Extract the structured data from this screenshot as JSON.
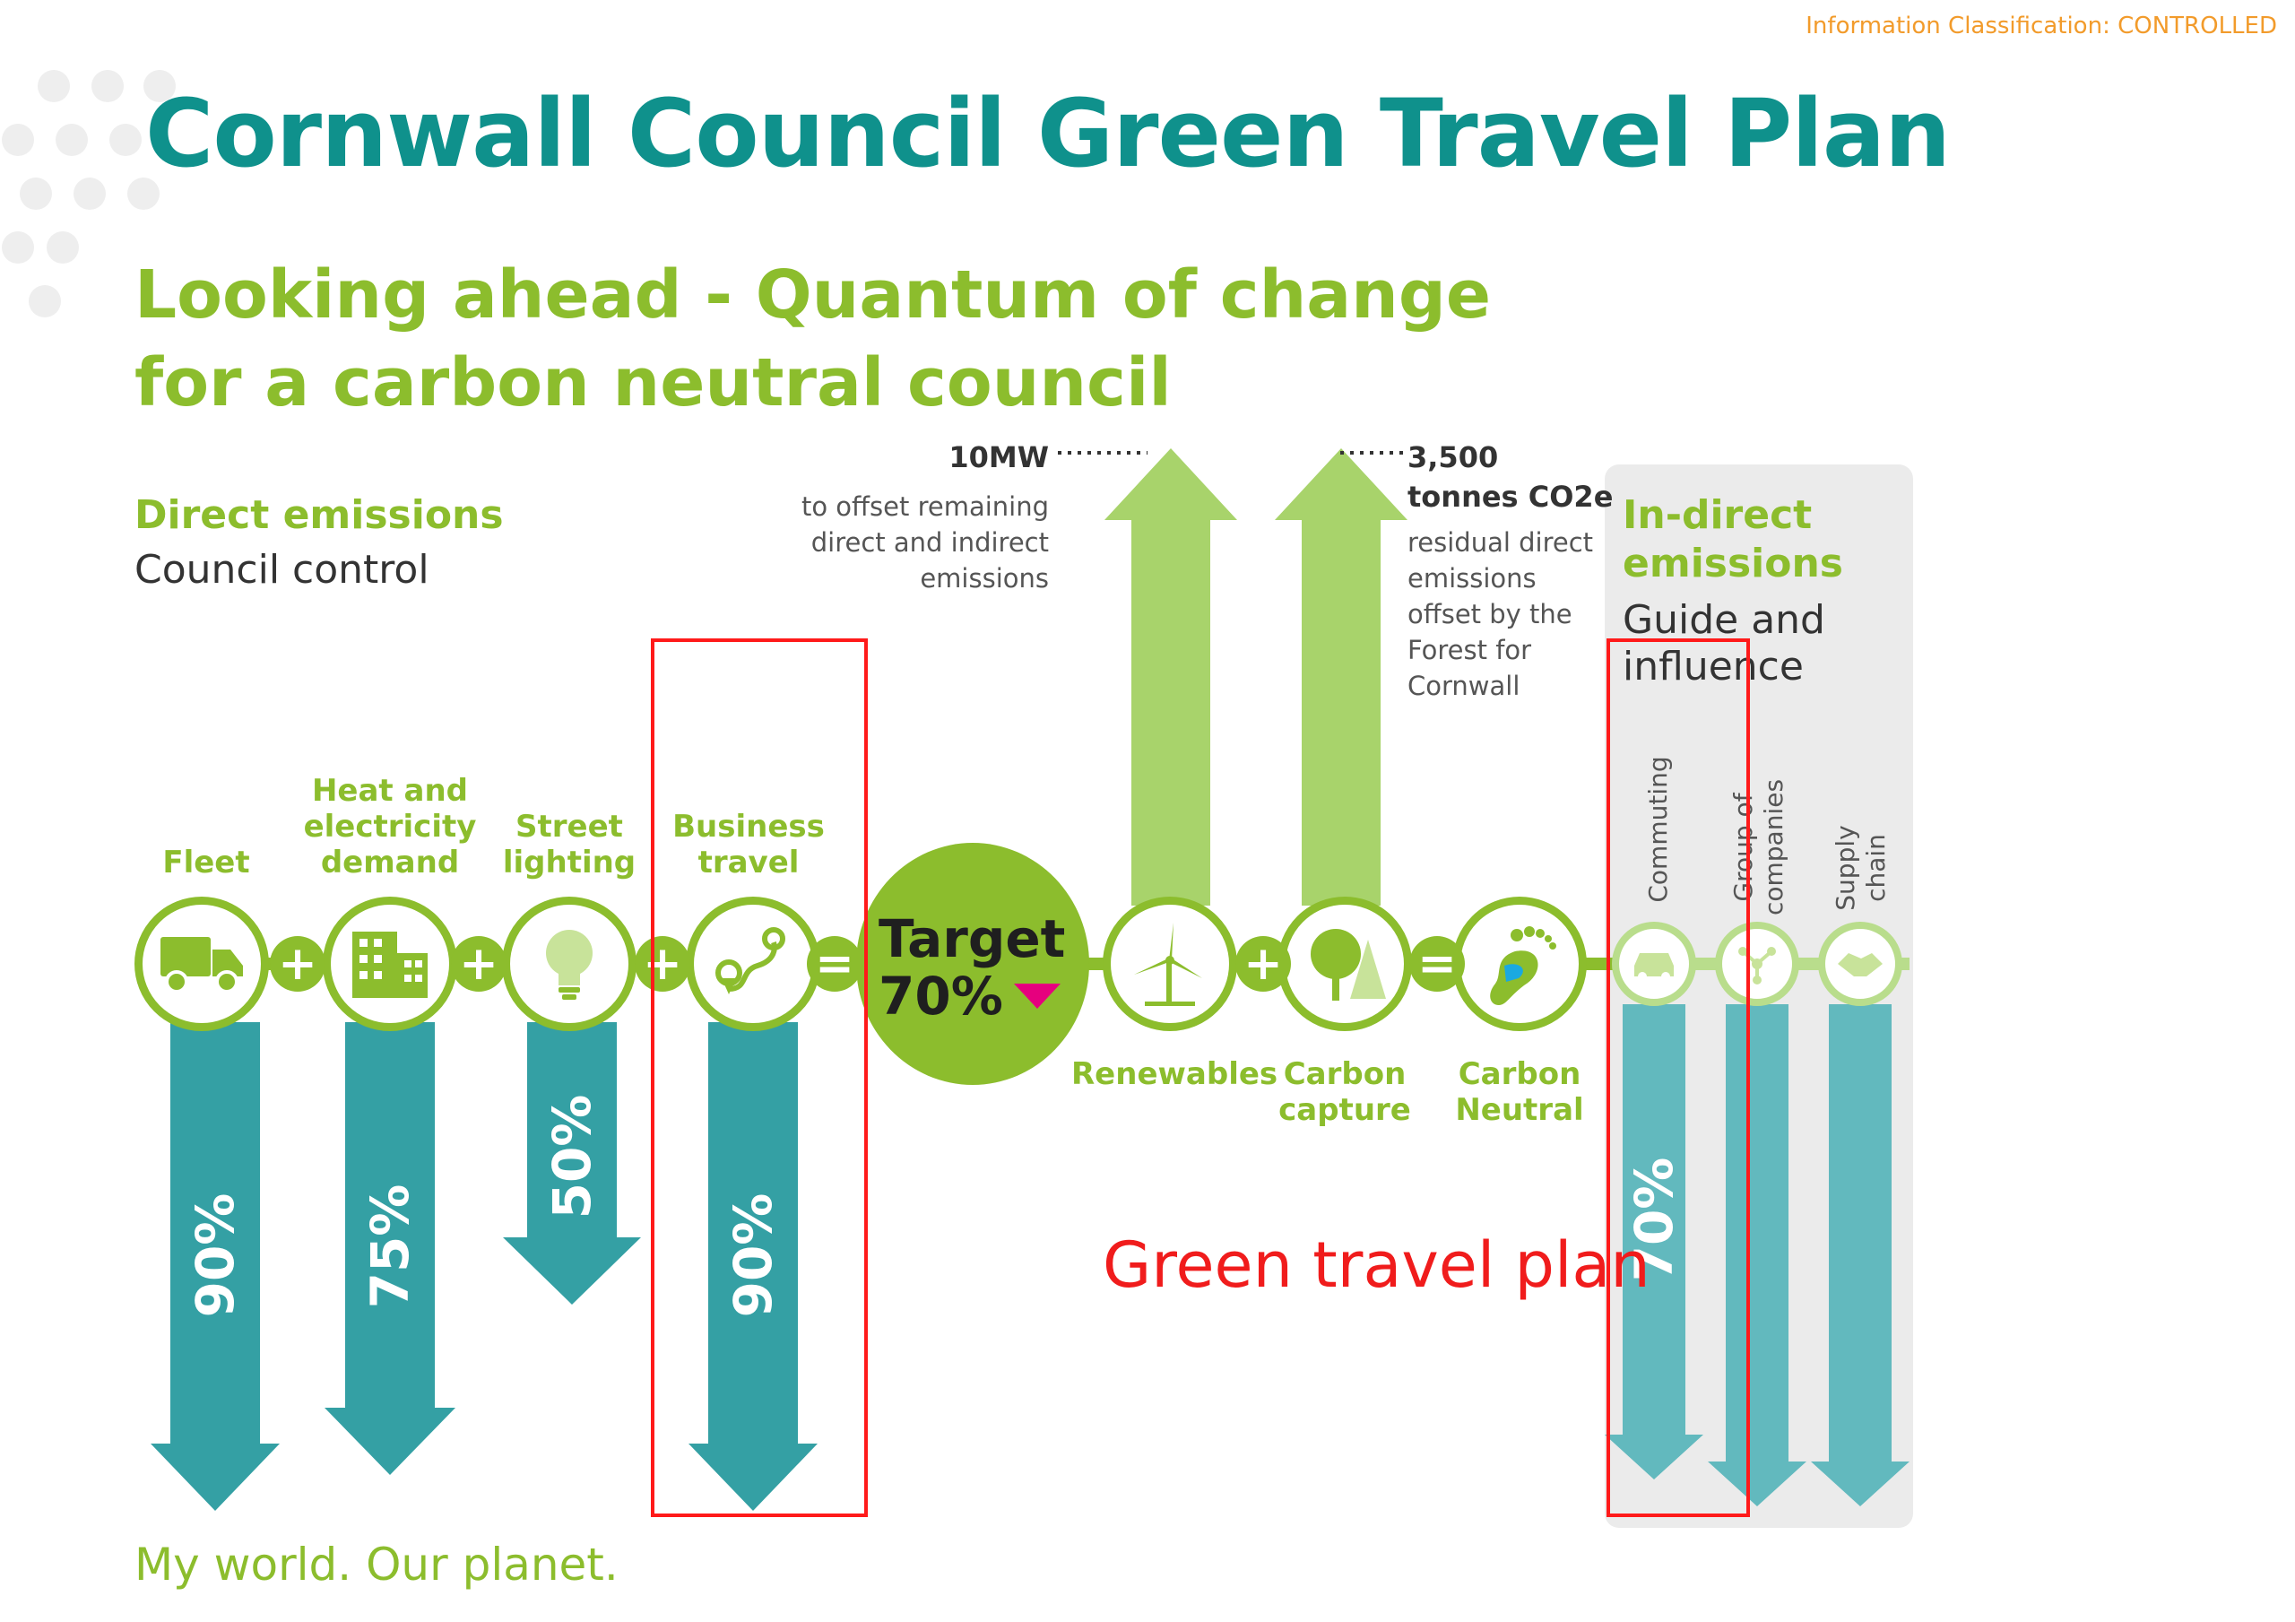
{
  "classification": "Information Classification: CONTROLLED",
  "title": "Cornwall Council Green Travel Plan",
  "subtitle_line1": "Looking ahead - Quantum of change",
  "subtitle_line2": "for a carbon neutral council",
  "direct": {
    "heading": "Direct emissions",
    "text": "Council control"
  },
  "indirect": {
    "heading_line1": "In-direct",
    "heading_line2": "emissions",
    "text_line1": "Guide and",
    "text_line2": "influence"
  },
  "categories": {
    "fleet": "Fleet",
    "heat": "Heat and\nelectricity\ndemand",
    "street": "Street\nlighting",
    "business": "Business\ntravel"
  },
  "percentages": {
    "fleet": "90%",
    "heat": "75%",
    "street": "50%",
    "business": "90%",
    "commuting": "70%"
  },
  "target": {
    "line1": "Target",
    "line2": "70%"
  },
  "renewables": {
    "label": "Renewables",
    "amount": "10MW",
    "note": "to offset remaining\ndirect and indirect\nemissions"
  },
  "carbon_capture": {
    "label": "Carbon\ncapture",
    "amount": "3,500\ntonnes CO2e",
    "note": "residual direct\nemissions\noffset by the\nForest for\nCornwall"
  },
  "carbon_neutral": {
    "label": "Carbon\nNeutral"
  },
  "operators": {
    "plus": "+",
    "equals": "="
  },
  "indirect_items": {
    "commuting": "Commuting",
    "group": "Group of\ncompanies",
    "supply": "Supply\nchain"
  },
  "annotation": "Green travel plan",
  "footer": "My world. Our planet.",
  "colors": {
    "teal": "#0f918c",
    "green": "#8cbd2d",
    "arrow_teal": "#34a0a4",
    "light_teal": "#62b9be",
    "annotation_red": "#ff1a1a"
  },
  "icons": [
    "truck-icon",
    "building-icon",
    "lightbulb-icon",
    "route-icon",
    "wind-turbine-icon",
    "tree-icon",
    "footprint-icon",
    "car-icon",
    "network-icon",
    "handshake-icon"
  ]
}
